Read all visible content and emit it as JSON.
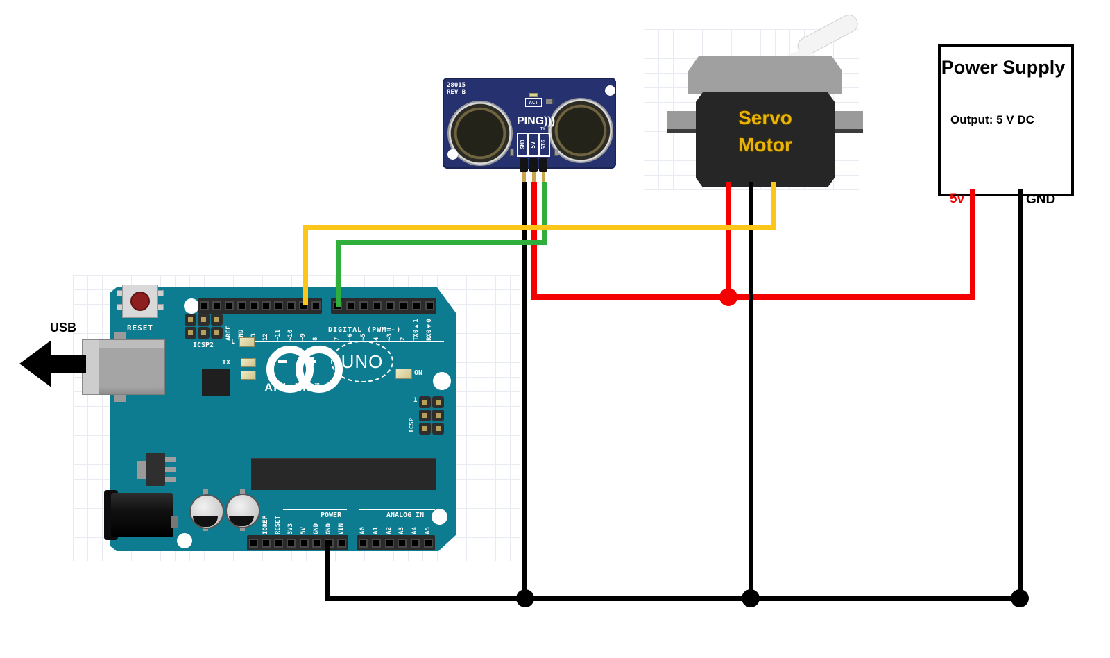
{
  "usb": {
    "label": "USB"
  },
  "power_supply": {
    "title": "Power Supply",
    "output": "Output: 5 V DC",
    "lead_5v": "5v",
    "lead_gnd": "GND"
  },
  "servo": {
    "line1": "Servo",
    "line2": "Motor"
  },
  "ping": {
    "part_no": "28015",
    "rev": "REV B",
    "act_label": "ACT",
    "name": "PING)))",
    "tm": "TM",
    "pin_gnd": "GND",
    "pin_5v": "5V",
    "pin_sig": "SIG"
  },
  "arduino": {
    "reset_label": "RESET",
    "icsp2_label": "ICSP2",
    "digital_caption": "DIGITAL (PWM=~)",
    "top_left_pins": [
      "",
      "",
      "AREF",
      "GND",
      "13",
      "12",
      "~11",
      "~10",
      "~9",
      "8"
    ],
    "top_right_pins": [
      "7",
      "~6",
      "~5",
      "4",
      "~3",
      "2",
      "TX0▶1",
      "RX0◀0"
    ],
    "led_l": "L",
    "led_tx": "TX",
    "led_rx": "RX",
    "led_on": "ON",
    "brand": "Arduino",
    "brand_tm": "™",
    "model": "UNO",
    "icsp_label": "ICSP",
    "icsp_pin1": "1",
    "power_caption": "POWER",
    "analog_caption": "ANALOG IN",
    "power_pins": [
      "",
      "IOREF",
      "RESET",
      "3V3",
      "5V",
      "GND",
      "GND",
      "VIN"
    ],
    "analog_pins": [
      "A0",
      "A1",
      "A2",
      "A3",
      "A4",
      "A5"
    ]
  },
  "colors": {
    "board_teal": "#0e7c90",
    "ping_blue": "#26316f",
    "wire_yellow": "#ffc61a",
    "wire_green": "#2fae3b",
    "wire_red": "#f40000",
    "wire_black": "#000000",
    "servo_text_gold": "#eab308"
  }
}
